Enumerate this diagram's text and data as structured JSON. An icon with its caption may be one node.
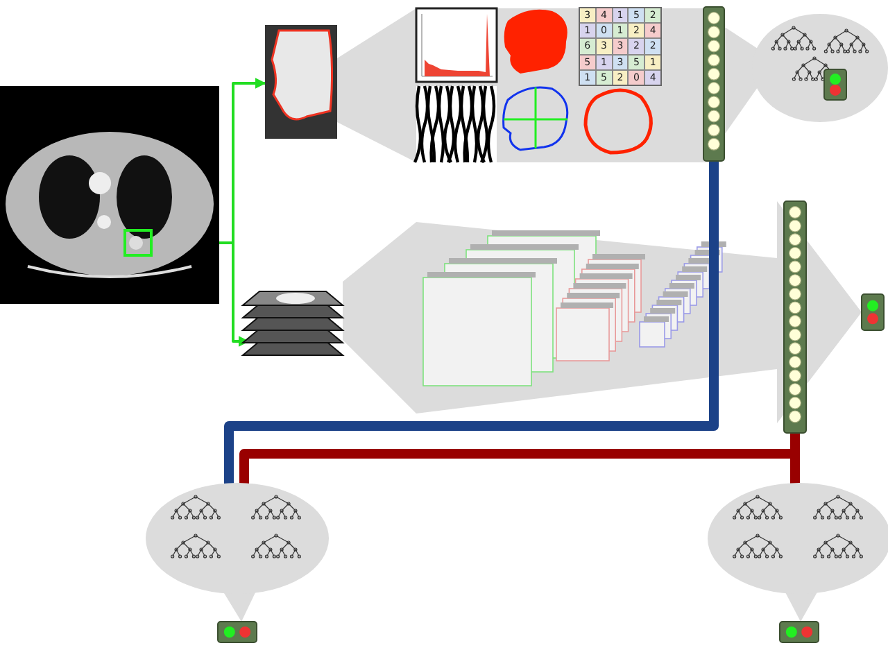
{
  "diagram": {
    "nodes": [
      {
        "text": [],
        "shape": "picture"
      },
      {
        "text": [],
        "shape": "box",
        "in": 0
      },
      {
        "text": [],
        "shape": "picture"
      },
      {
        "text": [],
        "shape": "picture"
      },
      {
        "text": [],
        "shape": "bar"
      },
      {
        "text": [],
        "shape": "picture"
      },
      {
        "text": [],
        "shape": "box",
        "in": 5
      },
      {
        "text": [],
        "shape": "bar"
      },
      {
        "text": [],
        "shape": "box"
      },
      {
        "text": [],
        "shape": "picture"
      },
      {
        "text": [],
        "shape": "box"
      },
      {
        "text": [],
        "shape": "picture"
      },
      {
        "text": [],
        "shape": "box"
      }
    ],
    "edges": [
      {
        "from": 1,
        "to": 2,
        "arrow": "to",
        "color": "#22dd22"
      },
      {
        "from": 1,
        "to": 3,
        "arrow": "to",
        "color": "#22dd22"
      },
      {
        "from": 4,
        "to": 9,
        "arrow": "none",
        "color": "#1c4288"
      },
      {
        "from": 7,
        "to": 9,
        "arrow": "none",
        "color": "#990000"
      },
      {
        "from": 7,
        "to": 11,
        "arrow": "none",
        "color": "#990000"
      },
      {
        "from": 2,
        "to": 5,
        "arrow": "none",
        "style": "thick",
        "color": "#dcdcdc"
      },
      {
        "from": 3,
        "to": 8,
        "arrow": "to",
        "style": "thick",
        "color": "#dcdcdc"
      }
    ],
    "labels": [
      "3",
      "4",
      "1",
      "5",
      "2",
      "1",
      "0",
      "1",
      "2",
      "4",
      "6",
      "3",
      "3",
      "2",
      "2",
      "5",
      "1",
      "3",
      "5",
      "1",
      "1",
      "5",
      "2",
      "0",
      "4"
    ]
  }
}
